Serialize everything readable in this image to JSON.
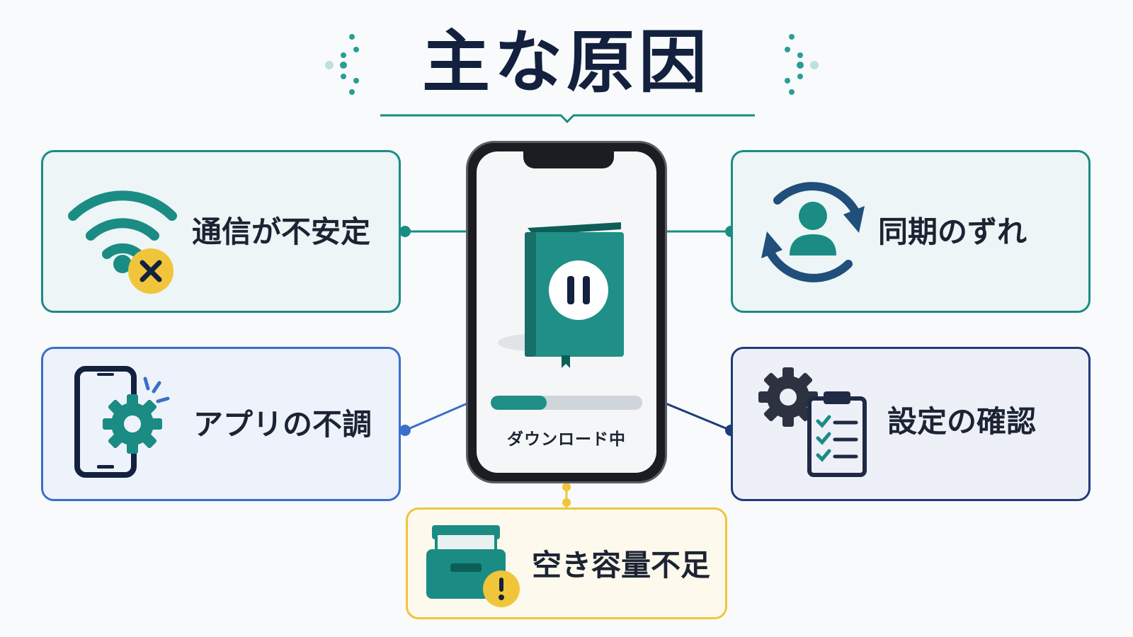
{
  "title": "主な原因",
  "colors": {
    "teal": "#1a8c84",
    "blue": "#3a6fc9",
    "navy": "#203a7a",
    "yellow": "#f0c53a",
    "ink": "#13213f"
  },
  "center": {
    "status_text": "ダウンロード中",
    "progress": 0.37,
    "icons": [
      "book-icon",
      "pause-icon"
    ]
  },
  "causes": {
    "unstable_network": {
      "label": "通信が不安定",
      "icon": "wifi-error-icon"
    },
    "sync_mismatch": {
      "label": "同期のずれ",
      "icon": "user-sync-icon"
    },
    "app_malfunction": {
      "label": "アプリの不調",
      "icon": "phone-gear-icon"
    },
    "check_settings": {
      "label": "設定の確認",
      "icon": "gear-clipboard-icon"
    },
    "low_storage": {
      "label": "空き容量不足",
      "icon": "storage-warning-icon"
    }
  }
}
